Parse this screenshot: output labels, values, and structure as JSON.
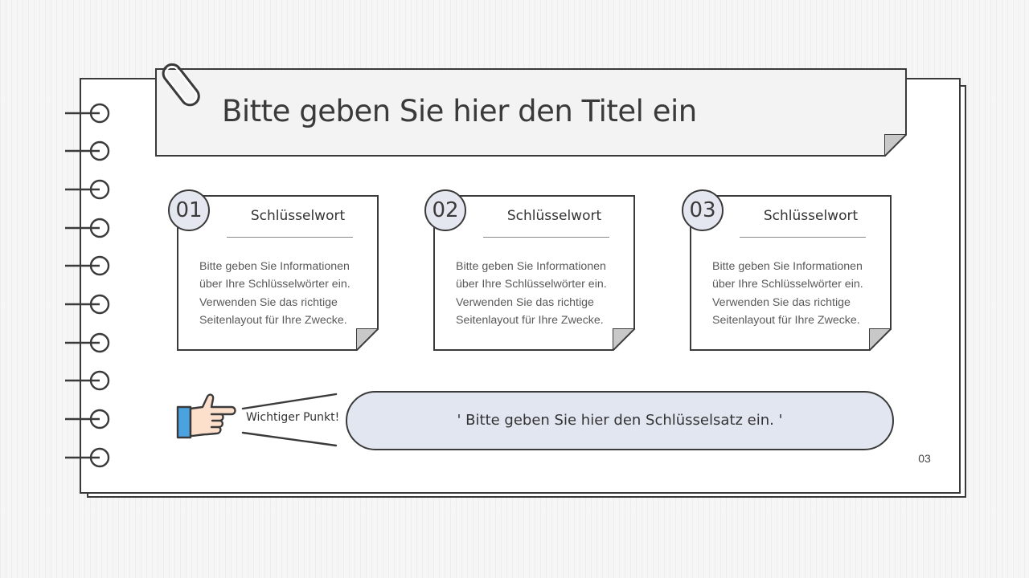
{
  "slide": {
    "title": "Bitte geben Sie hier den Titel ein",
    "page_number": "03"
  },
  "cards": [
    {
      "number": "01",
      "keyword": "Schlüsselwort",
      "text_lines": [
        "Bitte geben Sie Informationen",
        "über Ihre Schlüsselwörter ein.",
        "Verwenden Sie das richtige",
        "Seitenlayout für Ihre Zwecke."
      ]
    },
    {
      "number": "02",
      "keyword": "Schlüsselwort",
      "text_lines": [
        "Bitte geben Sie Informationen",
        "über Ihre Schlüsselwörter ein.",
        "Verwenden Sie das richtige",
        "Seitenlayout für Ihre Zwecke."
      ]
    },
    {
      "number": "03",
      "keyword": "Schlüsselwort",
      "text_lines": [
        "Bitte geben Sie Informationen",
        "über Ihre Schlüsselwörter ein.",
        "Verwenden Sie das richtige",
        "Seitenlayout für Ihre Zwecke."
      ]
    }
  ],
  "key_point": {
    "label": "Wichtiger Punkt!",
    "sentence": "' Bitte geben Sie hier den Schlüsselsatz ein. '"
  },
  "icons": {
    "binder_rings": "binder-ring-icon",
    "paperclip": "paperclip-icon",
    "hand": "pointing-hand-icon"
  },
  "colors": {
    "outline": "#3a3a3a",
    "pill_fill": "#e2e6f1",
    "badge_fill": "#e4e6f0",
    "banner_fill": "#f3f3f3",
    "fold_fill": "#c8c8c8",
    "sleeve_blue": "#4aa3df",
    "hand_skin": "#fde0cc"
  }
}
